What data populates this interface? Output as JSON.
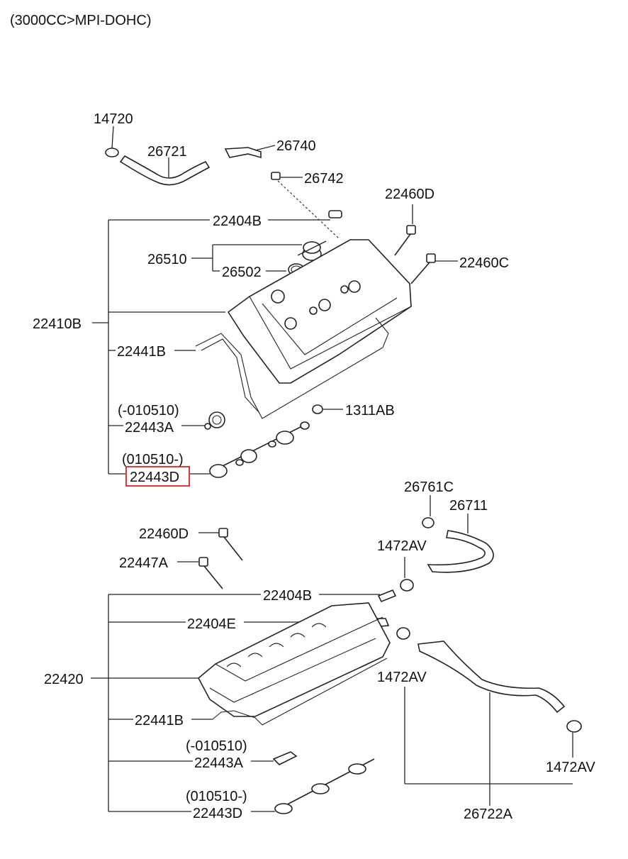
{
  "header": "(3000CC>MPI-DOHC)",
  "highlight_color": "#e02020",
  "labels": {
    "p14720": "14720",
    "p26721": "26721",
    "p26740": "26740",
    "p26742": "26742",
    "p22460D_top": "22460D",
    "p22404B_top": "22404B",
    "p26510": "26510",
    "p26502": "26502",
    "p22460C": "22460C",
    "p22410B": "22410B",
    "p22441B_top": "22441B",
    "note_010510_a_top": "(-010510)",
    "p22443A_top": "22443A",
    "p1311AB": "1311AB",
    "note_010510_d_top": "(010510-)",
    "p22443D_top": "22443D",
    "p26761C": "26761C",
    "p26711": "26711",
    "p22460D_bot": "22460D",
    "p1472AV_a": "1472AV",
    "p22447A": "22447A",
    "p22404B_bot": "22404B",
    "p22404E": "22404E",
    "p1472AV_b": "1472AV",
    "p22420": "22420",
    "p22441B_bot": "22441B",
    "p1472AV_c": "1472AV",
    "note_010510_a_bot": "(-010510)",
    "p22443A_bot": "22443A",
    "note_010510_d_bot": "(010510-)",
    "p22443D_bot": "22443D",
    "p26722A": "26722A"
  }
}
